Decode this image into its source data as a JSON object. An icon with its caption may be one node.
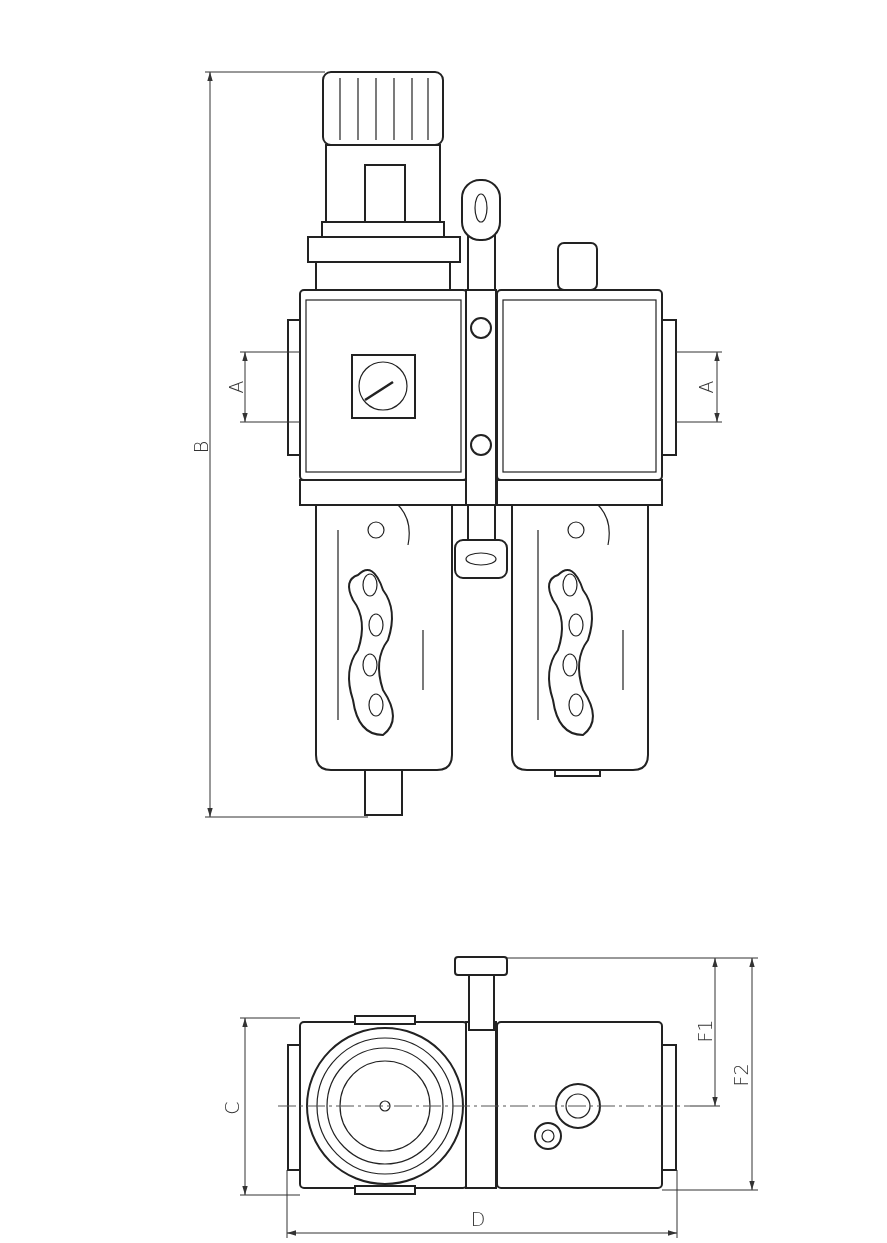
{
  "diagram": {
    "labels": [
      "B",
      "A",
      "A",
      "C",
      "F1",
      "F2",
      "D"
    ]
  }
}
